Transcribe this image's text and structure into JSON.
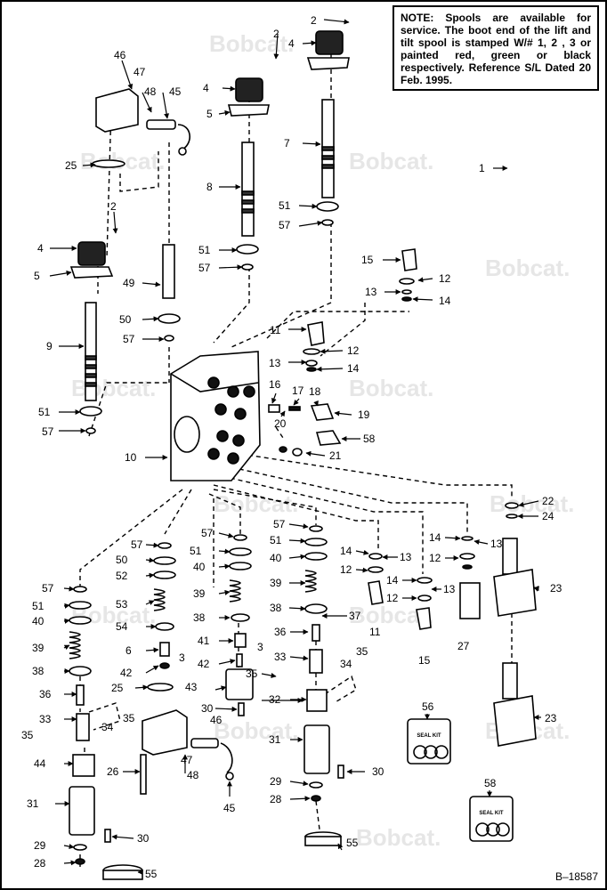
{
  "note": {
    "label": "NOTE:",
    "text": "Spools are available for service. The boot end of the lift and tilt spool is stamped W/# 1, 2 , 3 or painted red, green or black respectively. Reference S/L Dated 20 Feb. 1995."
  },
  "watermark": "Bobcat.",
  "document_id": "B–18587",
  "seal_kit_label": "SEAL KIT",
  "callouts": [
    "1",
    "2",
    "4",
    "5",
    "7",
    "8",
    "25",
    "45",
    "46",
    "47",
    "48",
    "49",
    "50",
    "51",
    "52",
    "53",
    "54",
    "57",
    "9",
    "10",
    "11",
    "12",
    "13",
    "14",
    "15",
    "16",
    "17",
    "18",
    "19",
    "20",
    "21",
    "22",
    "23",
    "24",
    "26",
    "27",
    "28",
    "29",
    "30",
    "31",
    "32",
    "33",
    "34",
    "35",
    "36",
    "37",
    "38",
    "39",
    "40",
    "41",
    "42",
    "43",
    "44",
    "55",
    "56",
    "58",
    "3",
    "6"
  ]
}
